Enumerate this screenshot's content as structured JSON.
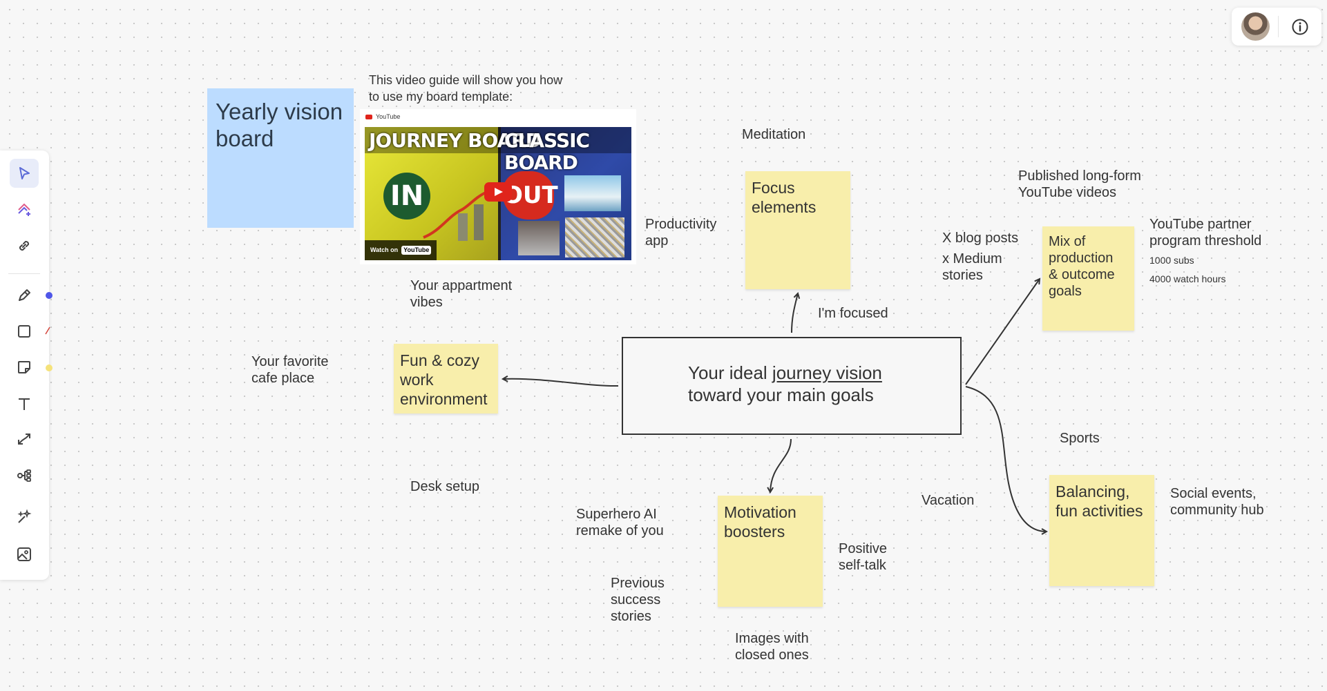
{
  "board": {
    "vision_note": "Yearly vision\nboard",
    "video_caption": "This video guide will show you how\nto use my board template:",
    "video": {
      "source": "YouTube",
      "left_title": "JOURNEY BOARD",
      "right_title": "CLASSIC BOARD",
      "in_label": "IN",
      "out_label": "OUT",
      "watch_on": "Watch on",
      "watch_brand": "YouTube"
    },
    "center": {
      "line1_prefix": "Your ideal ",
      "line1_underlined": "journey vision",
      "line2": "toward your main goals"
    },
    "notes": {
      "focus": "Focus\nelements",
      "cozy": "Fun & cozy\nwork\nenvironment",
      "motivation": "Motivation\nboosters",
      "mix": "Mix of\nproduction\n& outcome\ngoals",
      "balancing": "Balancing,\nfun activities"
    },
    "labels": {
      "meditation": "Meditation",
      "productivity": "Productivity\napp",
      "im_focused": "I'm focused",
      "apartment": "Your appartment\nvibes",
      "cafe": "Your favorite\ncafe place",
      "desk": "Desk setup",
      "superhero": "Superhero AI\nremake of you",
      "previous": "Previous\nsuccess\nstories",
      "positive": "Positive\nself-talk",
      "images": "Images with\nclosed ones",
      "vacation": "Vacation",
      "sports": "Sports",
      "social": "Social events,\ncommunity hub",
      "published": "Published long-form\nYouTube videos",
      "blog": "X blog posts",
      "medium": "x Medium\nstories",
      "partner": "YouTube partner\nprogram threshold",
      "subs": "1000 subs",
      "watch_hours": "4000 watch hours"
    }
  },
  "toolbar": {
    "tools": [
      "select-icon",
      "ai-create-icon",
      "link-icon",
      "pen-icon",
      "shape-icon",
      "sticky-note-icon",
      "text-icon",
      "connector-icon",
      "mindmap-icon",
      "ai-sparkle-icon",
      "image-icon"
    ],
    "colors": {
      "pen": "#4f56e8",
      "shape": "#d4453b",
      "note": "#f5e27a",
      "accent": "#5b6ad6"
    }
  },
  "top_right": {
    "icons": [
      "user-avatar",
      "info-icon"
    ]
  }
}
